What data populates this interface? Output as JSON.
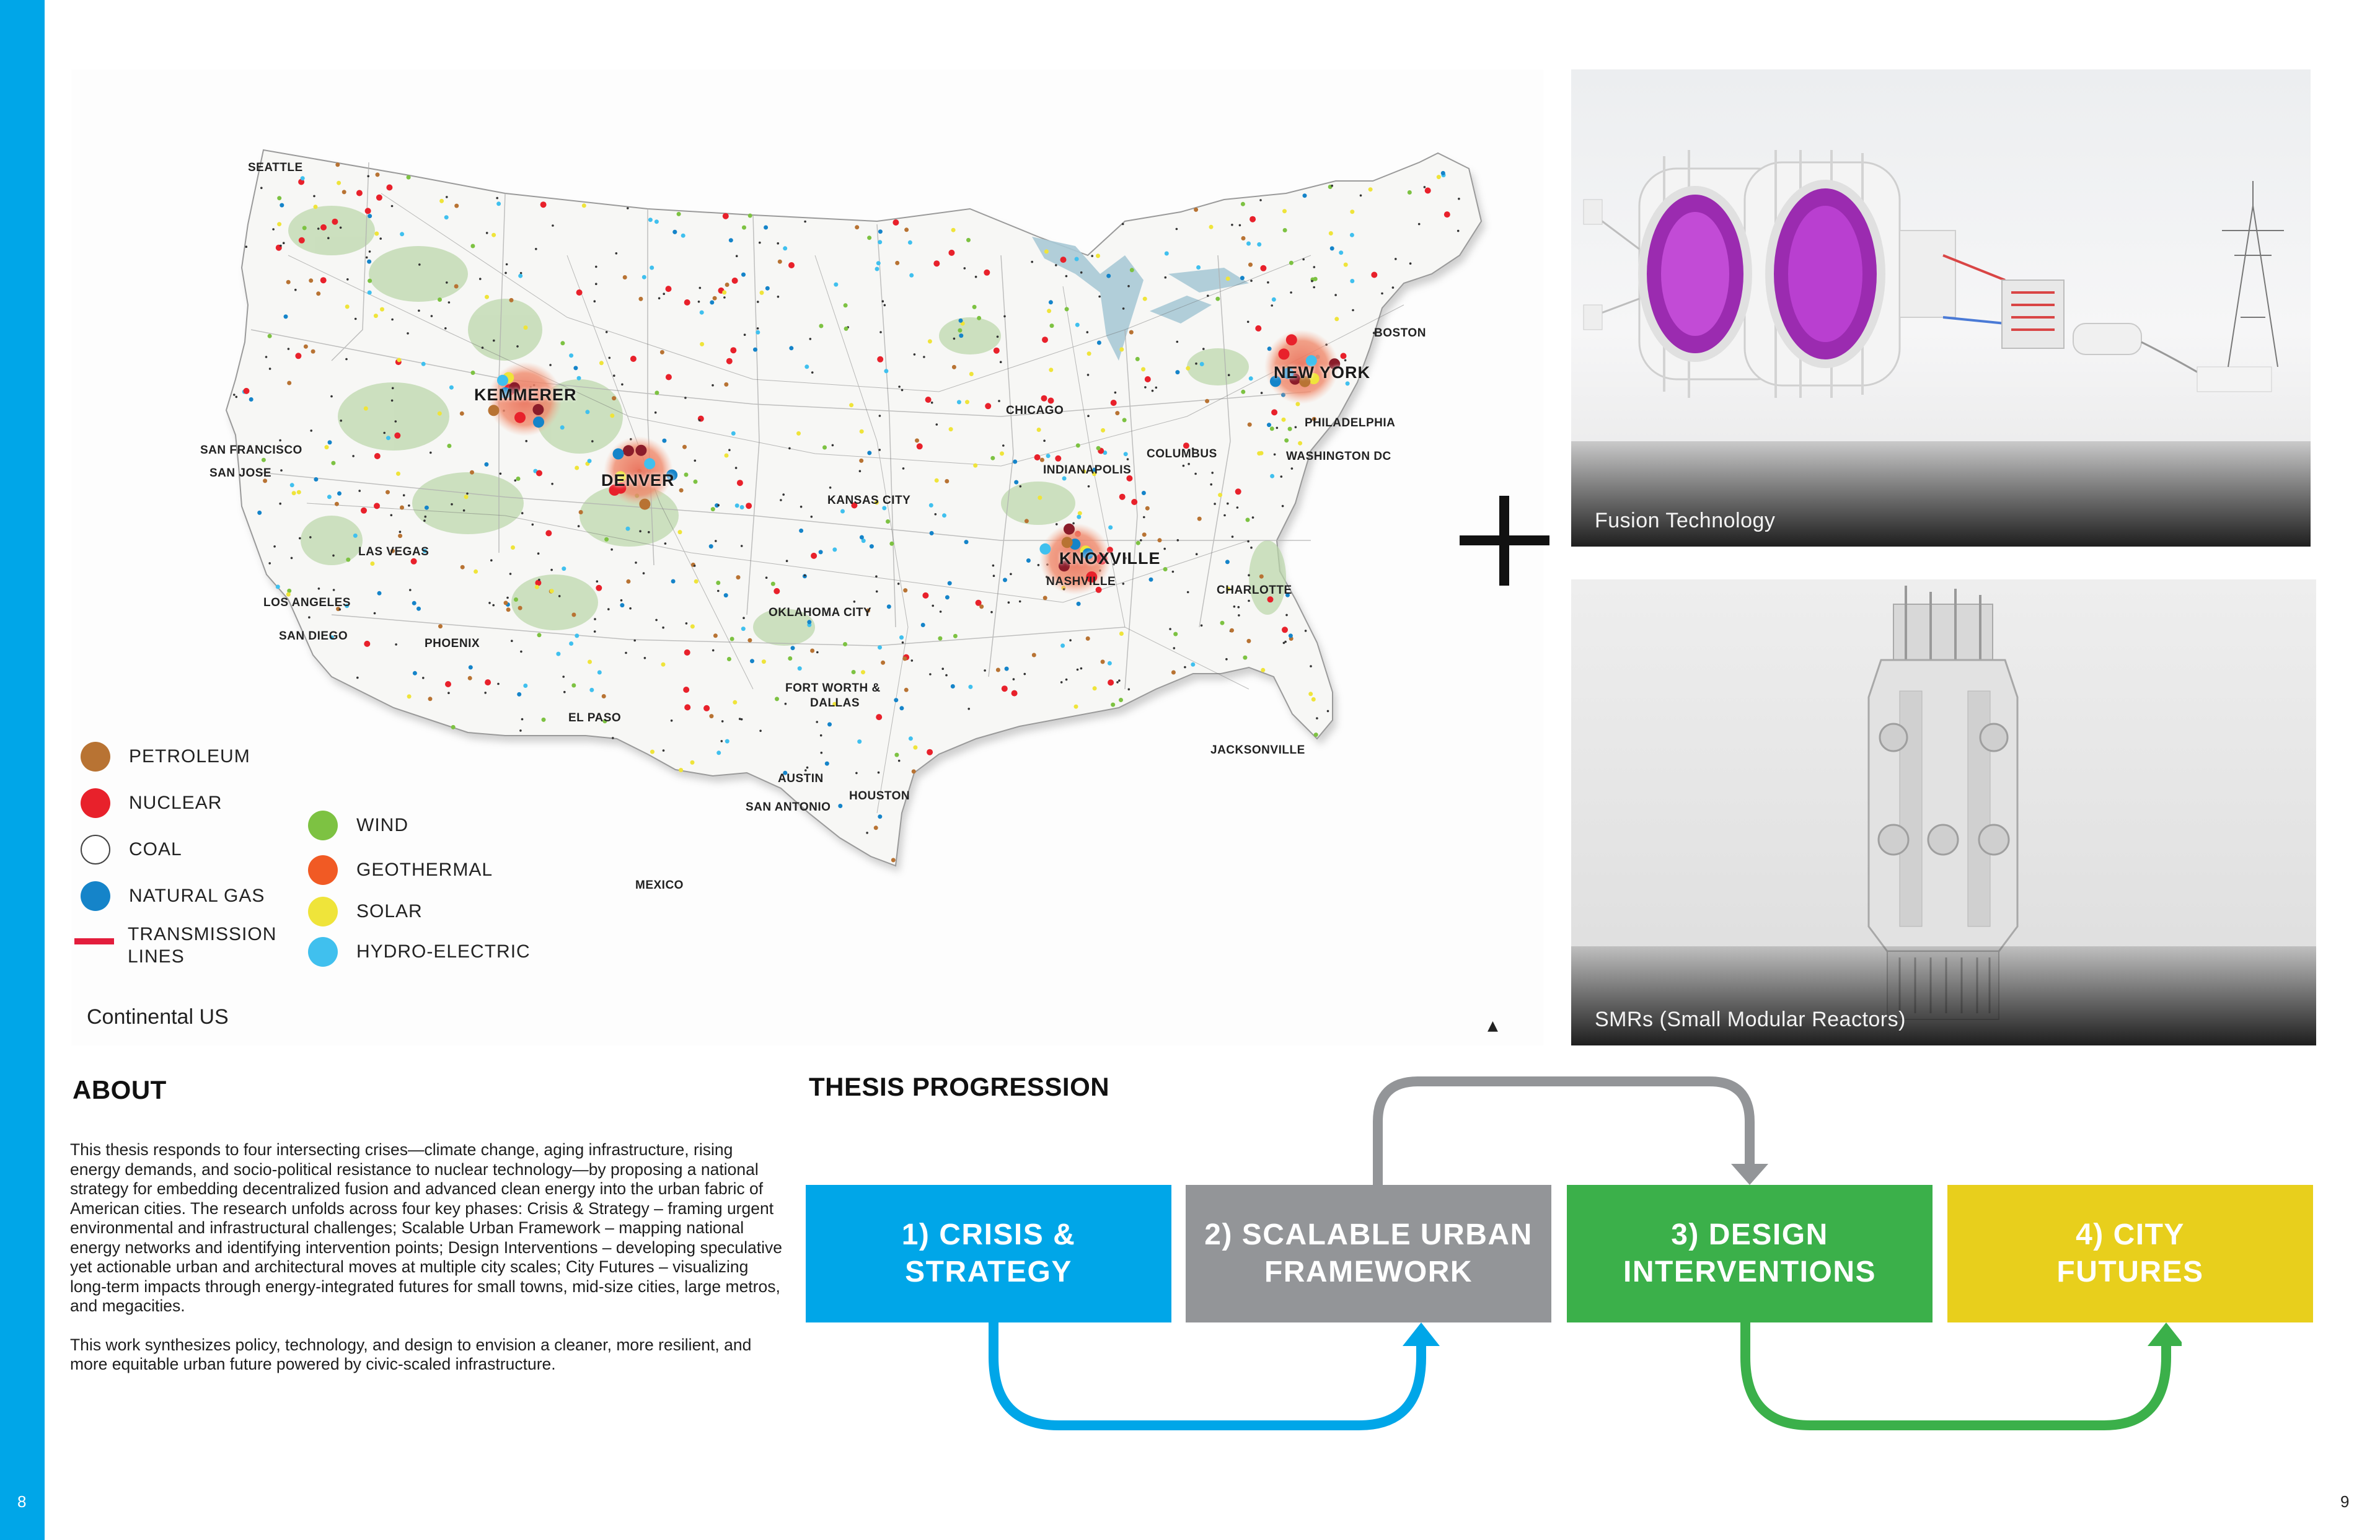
{
  "page": {
    "left_number": "8",
    "right_number": "9",
    "accent": "#00a6e8"
  },
  "map": {
    "caption": "Continental  US",
    "cities": [
      {
        "label": "SEATTLE"
      },
      {
        "label": "SAN FRANCISCO"
      },
      {
        "label": "SAN JOSE"
      },
      {
        "label": "LAS VEGAS"
      },
      {
        "label": "LOS ANGELES"
      },
      {
        "label": "SAN DIEGO"
      },
      {
        "label": "PHOENIX"
      },
      {
        "label": "EL PASO"
      },
      {
        "label": "KANSAS CITY"
      },
      {
        "label": "OKLAHOMA CITY"
      },
      {
        "label": "FORT WORTH &"
      },
      {
        "label": "DALLAS"
      },
      {
        "label": "AUSTIN"
      },
      {
        "label": "SAN ANTONIO"
      },
      {
        "label": "HOUSTON"
      },
      {
        "label": "CHICAGO"
      },
      {
        "label": "INDIANAPOLIS"
      },
      {
        "label": "COLUMBUS"
      },
      {
        "label": "NASHVILLE"
      },
      {
        "label": "CHARLOTTE"
      },
      {
        "label": "JACKSONVILLE"
      },
      {
        "label": "BOSTON"
      },
      {
        "label": "PHILADELPHIA"
      },
      {
        "label": "WASHINGTON DC"
      },
      {
        "label": "MEXICO"
      }
    ],
    "hubs": [
      {
        "label": "KEMMERER"
      },
      {
        "label": "DENVER"
      },
      {
        "label": "KNOXVILLE"
      },
      {
        "label": "NEW YORK"
      }
    ],
    "legend": [
      {
        "label": "PETROLEUM",
        "color": "#b87333"
      },
      {
        "label": "NUCLEAR",
        "color": "#e8212b"
      },
      {
        "label": "COAL",
        "color": "#ffffff"
      },
      {
        "label": "NATURAL GAS",
        "color": "#1584c9"
      },
      {
        "label": "TRANSMISSION LINES",
        "line1": "TRANSMISSION",
        "line2": "LINES",
        "color": "#e31d3c"
      },
      {
        "label": "WIND",
        "color": "#7dc242"
      },
      {
        "label": "GEOTHERMAL",
        "color": "#f15a24"
      },
      {
        "label": "SOLAR",
        "color": "#efe43a"
      },
      {
        "label": "HYDRO-ELECTRIC",
        "color": "#40c0ee"
      }
    ]
  },
  "images": [
    {
      "caption": "Fusion Technology"
    },
    {
      "caption": "SMRs (Small Modular Reactors)"
    }
  ],
  "about": {
    "title": "ABOUT",
    "paragraph1": "This thesis responds to four intersecting crises—climate change, aging infrastructure, rising energy demands, and socio-political resistance to nuclear technology—by proposing a national strategy for embedding decentralized fusion and advanced clean energy into the urban fabric of American cities. The research unfolds across four key phases: Crisis & Strategy – framing urgent environmental and infrastructural challenges; Scalable Urban Framework – mapping national energy networks and identifying intervention points; Design Interventions – developing speculative yet actionable urban and architectural moves at multiple city scales; City Futures – visualizing long-term impacts through energy-integrated futures for small towns, mid-size cities, large metros, and megacities.",
    "paragraph2": "This work synthesizes policy, technology, and design to envision a cleaner, more resilient, and more equitable urban future powered by civic-scaled infrastructure."
  },
  "progression": {
    "title": "THESIS PROGRESSION",
    "steps": [
      {
        "line1": "1) CRISIS &",
        "line2": "STRATEGY",
        "color": "#00a6e8"
      },
      {
        "line1": "2) SCALABLE URBAN",
        "line2": "FRAMEWORK",
        "color": "#939598"
      },
      {
        "line1": "3) DESIGN",
        "line2": "INTERVENTIONS",
        "color": "#3bb04a"
      },
      {
        "line1": "4) CITY",
        "line2": "FUTURES",
        "color": "#e8cf1c"
      }
    ]
  }
}
